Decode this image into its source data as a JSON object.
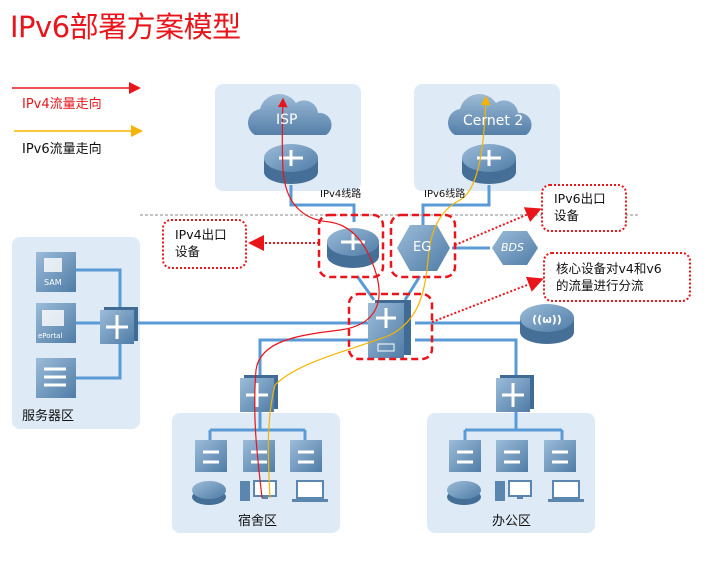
{
  "title": "IPv6部署方案模型",
  "legend": {
    "ipv4": {
      "label": "IPv4流量走向",
      "color": "#e8151b"
    },
    "ipv6": {
      "label": "IPv6流量走向",
      "color": "#f5b400"
    }
  },
  "colors": {
    "zone_bg": "#deebf7",
    "link": "#5b9bd5",
    "device_dark": "#4d7aa3",
    "device_light": "#8fb3d3",
    "callout": "#e8151b"
  },
  "nodes": {
    "isp": {
      "label": "ISP",
      "icon": "cloud-icon"
    },
    "cernet2": {
      "label": "Cernet 2",
      "icon": "cloud-icon"
    },
    "eg": {
      "label": "EG",
      "icon": "hexagon-gateway-icon"
    },
    "bds": {
      "label": "BDS",
      "icon": "hexagon-bds-icon"
    },
    "sam": {
      "label": "SAM",
      "icon": "server-icon"
    },
    "eportal": {
      "label": "ePortal",
      "icon": "server-icon"
    }
  },
  "links": {
    "ipv4_line": "IPv4线路",
    "ipv6_line": "IPv6线路"
  },
  "callouts": {
    "ipv4_exit": {
      "line1": "IPv4出口",
      "line2": "设备"
    },
    "ipv6_exit": {
      "line1": "IPv6出口",
      "line2": "设备"
    },
    "core": {
      "line1": "核心设备对v4和v6",
      "line2": "的流量进行分流"
    }
  },
  "zones": {
    "server": "服务器区",
    "dorm": "宿舍区",
    "office": "办公区"
  }
}
